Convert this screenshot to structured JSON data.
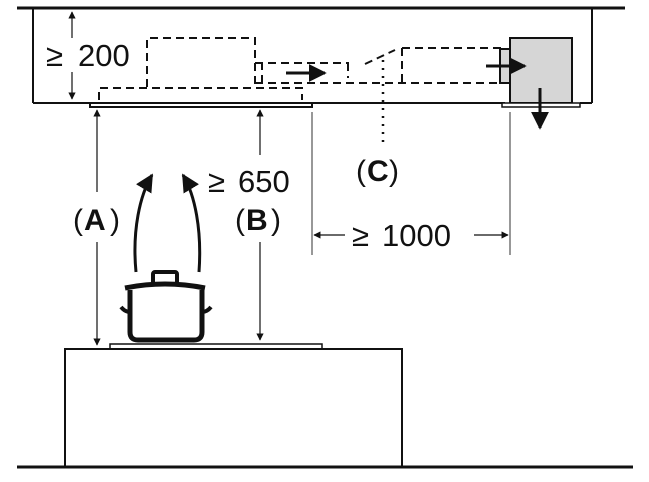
{
  "diagram": {
    "title": "Ceiling hood installation clearances",
    "colors": {
      "line": "#111111",
      "motor_fill": "#d6d6d6",
      "background": "#ffffff"
    },
    "labels": {
      "ceiling_gap": {
        "symbol": "≥",
        "value": "200"
      },
      "hob_clearance": {
        "symbol": "≥",
        "value": "650"
      },
      "motor_distance": {
        "symbol": "≥",
        "value": "1000"
      },
      "marker_a": {
        "open": "(",
        "letter": "A",
        "close": ")"
      },
      "marker_b": {
        "open": "(",
        "letter": "B",
        "close": ")"
      },
      "marker_c": {
        "open": "(",
        "letter": "C",
        "close": ")"
      }
    },
    "components": [
      {
        "id": "ceiling",
        "description": "suspended ceiling"
      },
      {
        "id": "hood",
        "description": "ceiling hood unit (dashed, concealed)"
      },
      {
        "id": "duct",
        "description": "air duct (dashed) with flow arrow"
      },
      {
        "id": "external-motor",
        "description": "external motor unit with outlet"
      },
      {
        "id": "pot",
        "description": "cooking pot with steam arrows"
      },
      {
        "id": "hob",
        "description": "hob on kitchen counter"
      },
      {
        "id": "counter",
        "description": "kitchen counter"
      },
      {
        "id": "floor",
        "description": "floor line"
      }
    ]
  }
}
